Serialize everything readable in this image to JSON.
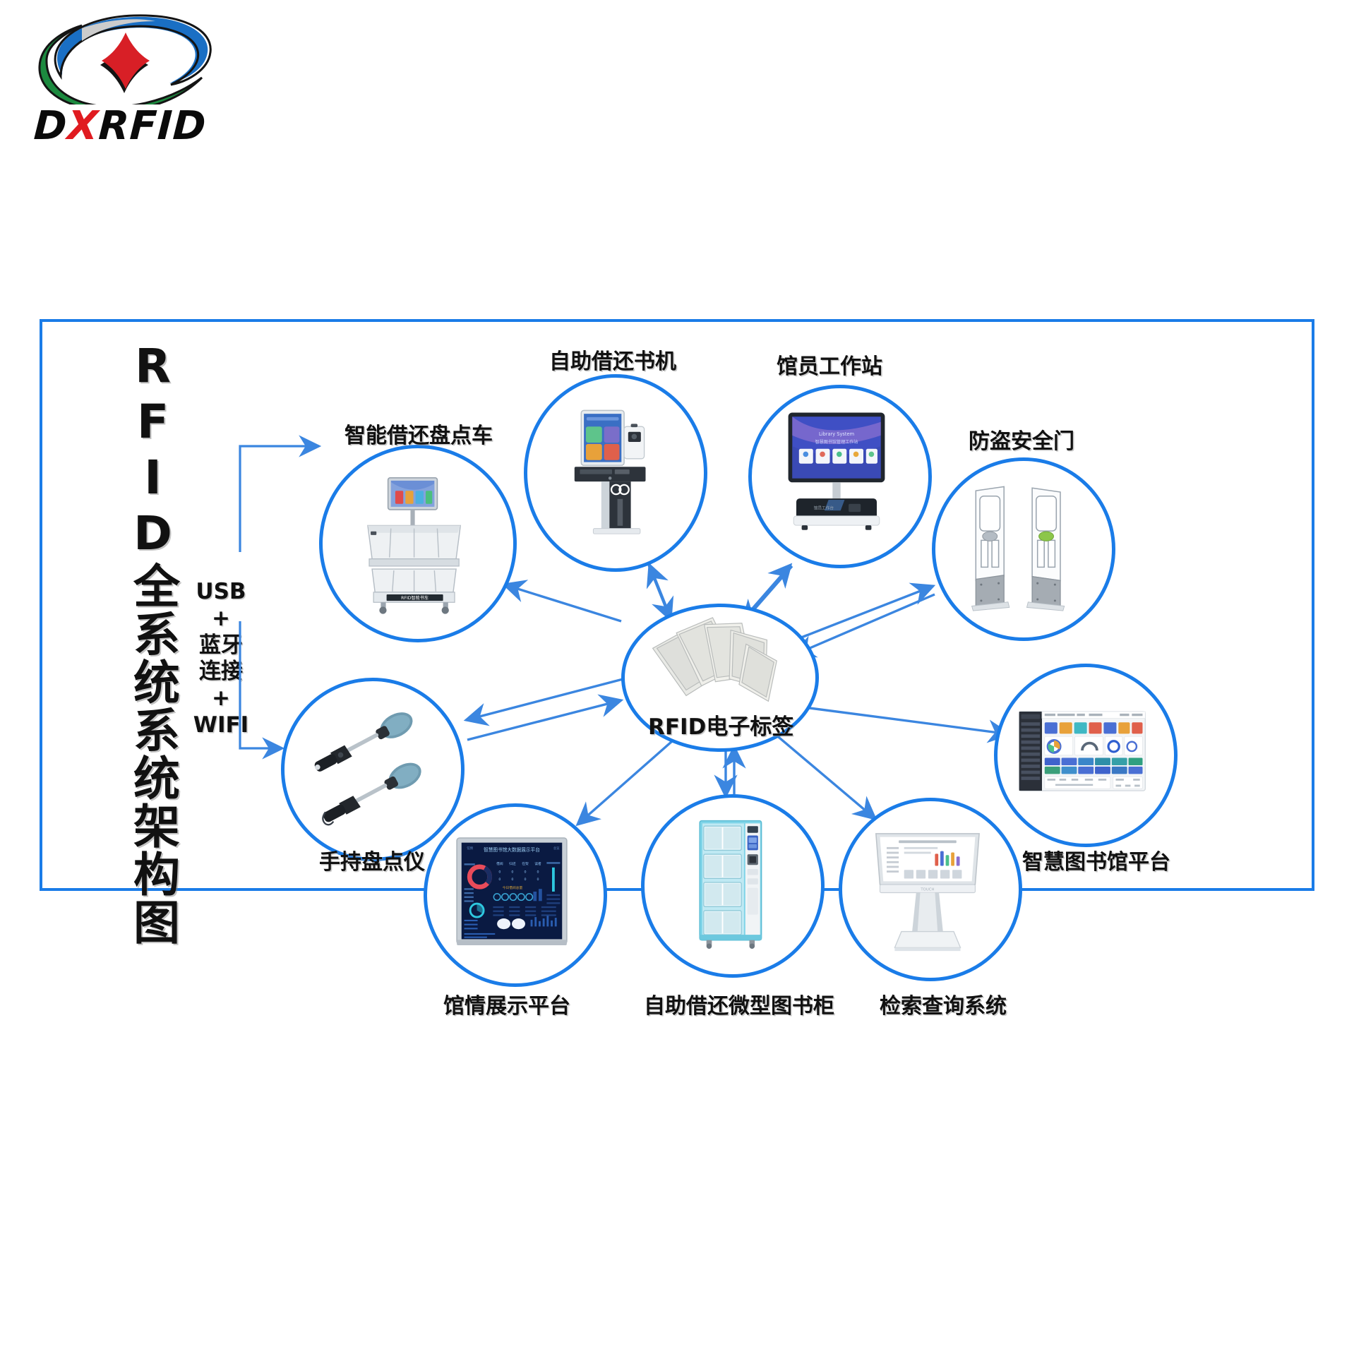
{
  "brand": {
    "wordmark_pre": "D",
    "wordmark_x": "X",
    "wordmark_post": "RFID",
    "logo_icon": "swoosh-diamond-logo",
    "colors": {
      "blue": "#1a6fc4",
      "green": "#1c8a3f",
      "red": "#d81f26",
      "black": "#111111"
    }
  },
  "diagram": {
    "title": "RFID全系统系统架构图",
    "connection_label": "USB\n+\n蓝牙\n连接\n+\nWIFI",
    "connection_lines": [
      "USB",
      "+",
      "蓝牙",
      "连接",
      "+",
      "WIFI"
    ],
    "border_color": "#1a7ce8",
    "accent_color": "#1a7ce8",
    "center": {
      "label": "RFID电子标签",
      "icon": "rfid-tag-stack"
    },
    "nodes": [
      {
        "id": "smart-cart",
        "label": "智能借还盘点车",
        "icon": "rfid-book-cart",
        "caption_on_device": "RFID智能书车"
      },
      {
        "id": "self-service-kiosk",
        "label": "自助借还书机",
        "icon": "self-checkout-kiosk"
      },
      {
        "id": "librarian-workstation",
        "label": "馆员工作站",
        "icon": "librarian-workstation-monitor"
      },
      {
        "id": "security-gate",
        "label": "防盗安全门",
        "icon": "rfid-security-gate"
      },
      {
        "id": "smart-library-platform",
        "label": "智慧图书馆平台",
        "icon": "dashboard-screen"
      },
      {
        "id": "search-query-system",
        "label": "检索查询系统",
        "icon": "touch-kiosk-terminal"
      },
      {
        "id": "mini-book-locker",
        "label": "自助借还微型图书柜",
        "icon": "book-locker-cabinet"
      },
      {
        "id": "library-status-display",
        "label": "馆情展示平台",
        "icon": "data-visualization-screen"
      },
      {
        "id": "handheld-reader",
        "label": "手持盘点仪",
        "icon": "handheld-inventory-wand"
      }
    ]
  }
}
